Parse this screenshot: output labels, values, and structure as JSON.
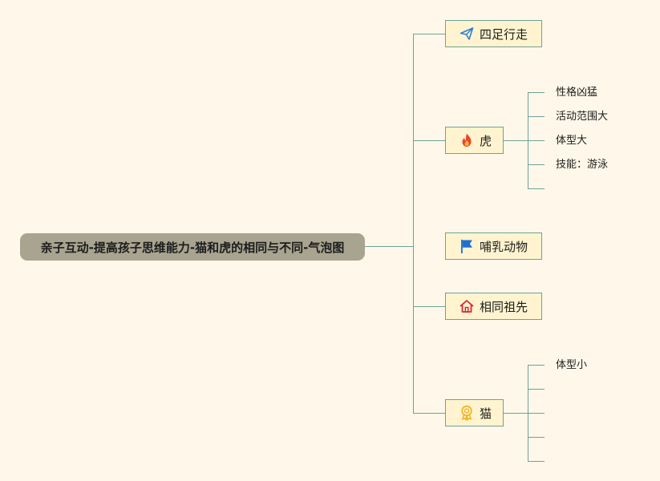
{
  "root": {
    "label": "亲子互动-提高孩子思维能力-猫和虎的相同与不同-气泡图"
  },
  "topics": [
    {
      "label": "四足行走",
      "icon": "paper-plane-icon"
    },
    {
      "label": "虎",
      "icon": "fire-icon",
      "children": [
        "性格凶猛",
        "活动范围大",
        "体型大",
        "技能：游泳",
        ""
      ]
    },
    {
      "label": "哺乳动物",
      "icon": "flag-icon"
    },
    {
      "label": "相同祖先",
      "icon": "house-icon"
    },
    {
      "label": "猫",
      "icon": "award-ribbon-icon",
      "children": [
        "体型小",
        "",
        "",
        "",
        ""
      ]
    }
  ],
  "colors": {
    "background": "#fff8ea",
    "root_fill": "#a8a48f",
    "topic_fill": "#fff4cf",
    "topic_border": "#6ea294",
    "connector": "#6ea294"
  }
}
